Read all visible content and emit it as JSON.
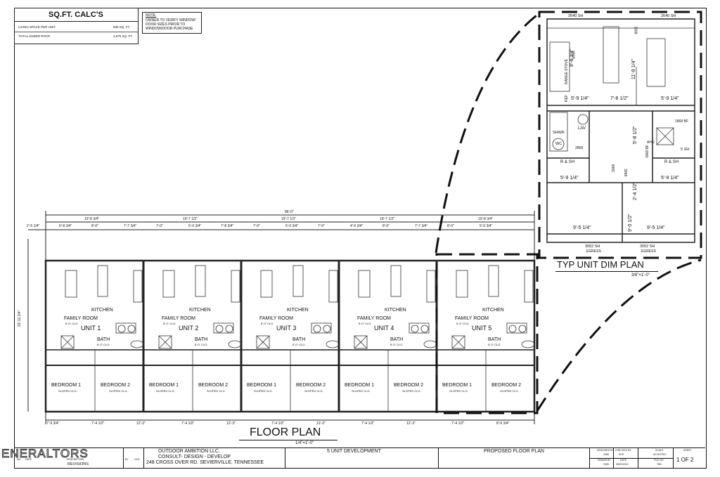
{
  "sqft_calcs": {
    "title": "SQ.FT. CALC'S",
    "rows": [
      {
        "label": "LIVING SPACE PER UNIT",
        "value": "595 SQ. FT."
      },
      {
        "label": "TOTAL UNDER ROOF",
        "value": "2,975 SQ. FT."
      }
    ]
  },
  "note": {
    "heading": "NOTE:",
    "lines": [
      "OWNER TO VERIFY WINDOW/",
      "DOOR SIZES PRIOR TO",
      "WINDOW/DOOR PURCHASE"
    ]
  },
  "floor_plan": {
    "title": "FLOOR PLAN",
    "scale": "1/4\"=1'-0\"",
    "overall_width": "86'-0\"",
    "depth": "33'-11 3/4\"",
    "top_dims": [
      "19'-8 3/4\"",
      "19'-7 1/2\"",
      "19'-7 1/2\"",
      "19'-7 1/2\"",
      "19'-8 3/4\""
    ],
    "sub_dims": [
      "2'-5 1/4\"",
      "6'-8 3/4\"",
      "8'-0\"",
      "7'-7 3/4\"",
      "7'-0\"",
      "5'-0 3/4\"",
      "7'-8 3/4\"",
      "7'-0\"",
      "5'-0 3/4\"",
      "7'-0\"",
      "4'-6 3/4\"",
      "8'-0\"",
      "7'-7 3/4\"",
      "8'-0\"",
      "5'-0 3/4\""
    ],
    "bottom_dims": [
      "7'-9 3/4\"",
      "7'-4 1/2\"",
      "12'-3\"",
      "7'-4 1/2\"",
      "12'-3\"",
      "7'-4 1/2\"",
      "12'-3\"",
      "7'-4 1/2\"",
      "12'-3\"",
      "7'-4 1/2\"",
      "8'-9 3/4\""
    ],
    "units": [
      {
        "name": "UNIT 1",
        "kitchen": "KITCHEN",
        "family": "FAMILY ROOM",
        "family_note": "8'-0\" CLG.",
        "bath": "BATH",
        "bath_note": "8'-0\" CLG.",
        "bed1": "BEDROOM 1",
        "bed1_note": "SLOPED CLG.",
        "bed2": "BEDROOM 2",
        "bed2_note": "SLOPED CLG."
      },
      {
        "name": "UNIT 2",
        "kitchen": "KITCHEN",
        "family": "FAMILY ROOM",
        "family_note": "8'-0\" CLG.",
        "bath": "BATH",
        "bath_note": "8'-0\" CLG.",
        "bed1": "BEDROOM 1",
        "bed1_note": "SLOPED CLG.",
        "bed2": "BEDROOM 2",
        "bed2_note": "SLOPED CLG."
      },
      {
        "name": "UNIT 3",
        "kitchen": "KITCHEN",
        "family": "FAMILY ROOM",
        "family_note": "8'-0\" CLG.",
        "bath": "BATH",
        "bath_note": "8'-0\" CLG.",
        "bed1": "BEDROOM 1",
        "bed1_note": "SLOPED CLG.",
        "bed2": "BEDROOM 2",
        "bed2_note": "SLOPED CLG."
      },
      {
        "name": "UNIT 4",
        "kitchen": "KITCHEN",
        "family": "FAMILY ROOM",
        "family_note": "8'-0\" CLG.",
        "bath": "BATH",
        "bath_note": "8'-0\" CLG.",
        "bed1": "BEDROOM 1",
        "bed1_note": "SLOPED CLG.",
        "bed2": "BEDROOM 2",
        "bed2_note": "SLOPED CLG."
      },
      {
        "name": "UNIT 5",
        "kitchen": "KITCHEN",
        "family": "FAMILY ROOM",
        "family_note": "8'-0\" CLG.",
        "bath": "BATH",
        "bath_note": "8'-0\" CLG.",
        "bed1": "BEDROOM 1",
        "bed1_note": "SLOPED CLG.",
        "bed2": "BEDROOM 2",
        "bed2_note": "SLOPED CLG."
      }
    ]
  },
  "unit_dim_plan": {
    "title": "TYP UNIT DIM PLAN",
    "scale": "3/8\"=1'-0\"",
    "window_top_left": "2640 SH",
    "window_top_right": "2640 SH",
    "door_3068_top": "3068",
    "sink": "SINK",
    "range_stove": "RANGE STOVE",
    "ref": "REF",
    "dim_8_8": "8'-8 3/4\"",
    "dim_11_8": "11'-8 1/4\"",
    "dim_5_9_left": "5'-9 1/4\"",
    "dim_7_8": "7'-8 1/2\"",
    "dim_5_9_right": "5'-9 1/4\"",
    "lav": "LAV",
    "shwr": "SHWR",
    "wc": "WC",
    "dim_5_8": "5'-8 1/2\"",
    "door_3068_mid": "3068 BF",
    "ahu": "AHU",
    "window_1868": "1868 BF",
    "door_2868": "2868",
    "rsh_left": "R & SH",
    "rsh_right": "R & SH",
    "door_3068_a": "3068",
    "door_3068_b": "3068",
    "sh5": "5 SH",
    "dim_5_9_bl": "5'-9 1/4\"",
    "dim_5_9_br": "5'-9 1/4\"",
    "dim_2_4": "2'-4 1/2\"",
    "dim_9_0": "9'-0 1/2\"",
    "dim_9_5_left": "9'-5 1/4\"",
    "dim_9_5_right": "9'-5 1/4\"",
    "egress_left": "3052 SH",
    "egress_left_note": "EGRESS",
    "egress_right": "3052 SH",
    "egress_right_note": "EGRESS"
  },
  "title_block": {
    "logo_text": "ENERALTORS",
    "revisions_label": "REVISIONS",
    "rev_headers": [
      "NO.",
      "DATE",
      "DESCRIPTION",
      "BY",
      "CKD"
    ],
    "company": "OUTDOOR AMBITION LLC.",
    "services": "CONSULT- DESIGN - DEVELOP",
    "address": "248 CROSS OVER RD. SEVIERVILLE, TENNESSEE",
    "project": "5 UNIT DEVELOPMENT",
    "sheet_title": "PROPOSED FLOOR PLAN",
    "designed_by_label": "DESIGNED BY",
    "designed_by": "CMB",
    "checked_by_label": "CHECKED BY",
    "checked_by": "SHK",
    "scale_label": "SCALE",
    "scale": "AS NOTED",
    "drawn_by_label": "DRAWN BY",
    "drawn_by": "CMB",
    "date_label": "DATE",
    "date": "08/22/2024",
    "file_label": "FILE NO.",
    "file": "TBD",
    "sheet_label": "SHEET",
    "sheet": "1 OF 2"
  }
}
